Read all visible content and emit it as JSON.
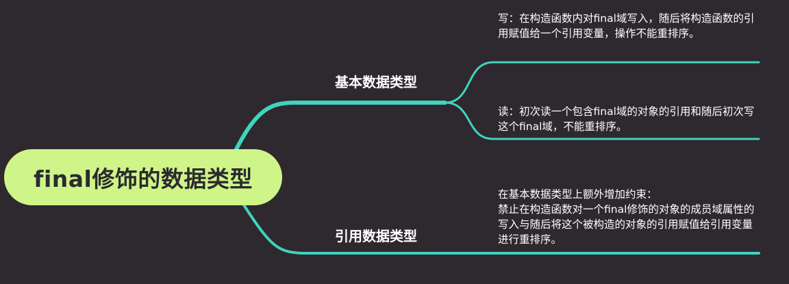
{
  "root": {
    "label": "final修饰的数据类型"
  },
  "branches": [
    {
      "label": "基本数据类型",
      "leaves": [
        {
          "text": "写：在构造函数内对final域写入，随后将构造函数的引用赋值给一个引用变量，操作不能重排序。"
        },
        {
          "text": "读：初次读一个包含final域的对象的引用和随后初次写这个final域，不能重排序。"
        }
      ]
    },
    {
      "label": "引用数据类型",
      "leaves": [
        {
          "text": "在基本数据类型上额外增加约束：\n禁止在构造函数对一个final修饰的对象的成员域属性的写入与随后将这个被构造的对象的引用赋值给引用变量进行重排序。"
        }
      ]
    }
  ],
  "colors": {
    "background": "#2e282f",
    "connector": "#3fd4bd",
    "root_fill": "#cff589",
    "root_text": "#2b2a2e",
    "text": "#ffffff"
  }
}
